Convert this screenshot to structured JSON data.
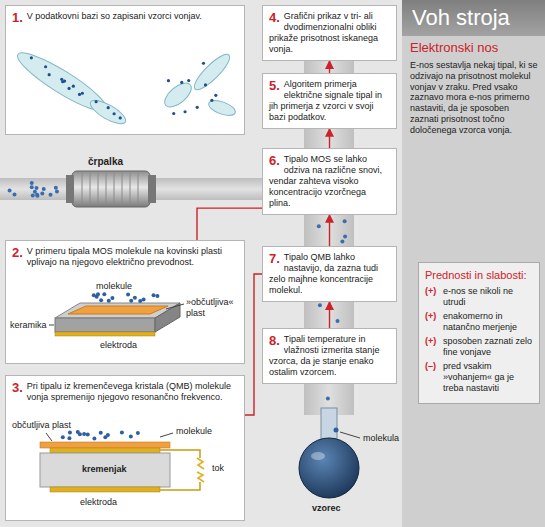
{
  "diagram": {
    "title": "Voh stroja",
    "nodes": [
      {
        "text": [
          "1.",
          "V podatkovni bazi so zapisani vzorci vonjav."
        ]
      },
      {
        "text": [
          "2.",
          "V primeru tipala MOS molekule na kovinski plasti vplivajo na njegovo električno prevodnost."
        ]
      },
      {
        "text": [
          "3.",
          "Pri tipalu iz kremenčevega kristala (QMB) molekule vonja spremenijo njegovo resonančno frekvenco."
        ]
      },
      {
        "text": [
          "4.",
          "Grafični prikaz v tri- ali dvodimenzionalni obliki prikaže prisotnost iskanega vonja."
        ]
      },
      {
        "text": [
          "5.",
          "Algoritem primerja električne signale tipal in jih primerja z vzorci v svoji bazi podatkov."
        ]
      },
      {
        "text": [
          "6.",
          "Tipalo MOS se lahko odziva na različne snovi, vendar zahteva visoko koncentracijo vzorčnega plina."
        ]
      },
      {
        "text": [
          "7.",
          "Tipalo QMB lahko nastavijo, da zazna tudi zelo majhne koncentracije molekul."
        ]
      },
      {
        "text": [
          "8.",
          "Tipali temperature in vlažnosti izmerita stanje vzorca, da je stanje enako ostalim vzorcem."
        ]
      },
      {
        "text": [
          "Prednosti in slabosti:",
          "(+)",
          "e-nos se nikoli ne utrudi",
          "(+)",
          "enakomerno in natančno merjenje",
          "(+)",
          "sposoben zaznati zelo fine vonjave",
          "(–)",
          "pred vsakim »vohanjem« ga je treba nastaviti"
        ]
      }
    ],
    "edges": [
      {
        "from": 7,
        "to": 6,
        "arrow": "to"
      },
      {
        "from": 6,
        "to": 5,
        "arrow": "to"
      },
      {
        "from": 5,
        "to": 4,
        "arrow": "to"
      },
      {
        "from": 4,
        "to": 3,
        "arrow": "to"
      },
      {
        "from": 5,
        "to": 1,
        "arrow": "none"
      },
      {
        "from": 6,
        "to": 2,
        "arrow": "none"
      }
    ],
    "labels": [
      "Elektronski nos",
      "E-nos sestavlja nekaj tipal, ki se odzivajo na prisotnost molekul vonjav v zraku. Pred vsako zaznavo mora e-nos primerno nastaviti, da je sposoben zaznati prisotnost točno določenega vzorca vonja.",
      "črpalka",
      "keramika",
      "molekule",
      "»občutljiva« plast",
      "elektroda",
      "občutljiva plast",
      "molekule",
      "kremenjak",
      "tok",
      "elektroda",
      "molekula",
      "vzorec"
    ]
  }
}
